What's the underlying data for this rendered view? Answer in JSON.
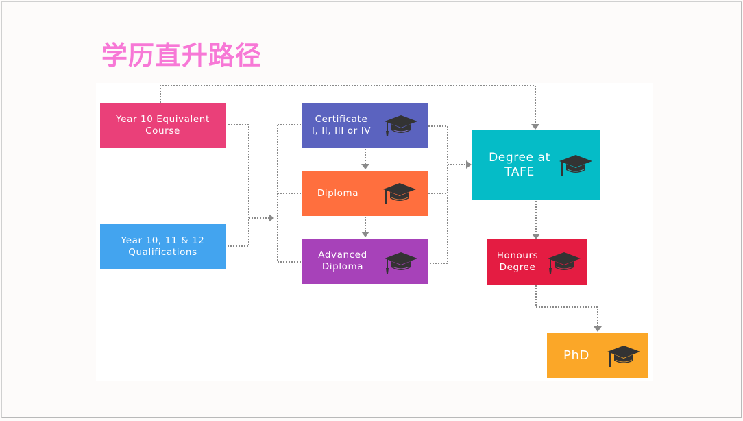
{
  "title": "学历直升路径",
  "colors": {
    "title": "#f778d6",
    "connector": "#8a8a8a",
    "cap_icon": "#333333"
  },
  "nodes": {
    "year10_equivalent": {
      "label": "Year 10 Equivalent\nCourse",
      "color": "#ea4079",
      "icon": "none"
    },
    "year10_11_12": {
      "label": "Year 10, 11 & 12\nQualifications",
      "color": "#43a4ef",
      "icon": "none"
    },
    "certificate": {
      "label": "Certificate\nI, II, III or IV",
      "color": "#5b63bf",
      "icon": "graduation-cap-icon"
    },
    "diploma": {
      "label": "Diploma",
      "color": "#ff6f3e",
      "icon": "graduation-cap-icon"
    },
    "advanced_diploma": {
      "label": "Advanced\nDiploma",
      "color": "#a742b9",
      "icon": "graduation-cap-icon"
    },
    "degree_tafe": {
      "label": "Degree at\nTAFE",
      "color": "#05bcc7",
      "icon": "graduation-cap-icon"
    },
    "honours": {
      "label": "Honours\nDegree",
      "color": "#e41c42",
      "icon": "graduation-cap-icon"
    },
    "phd": {
      "label": "PhD",
      "color": "#fba728",
      "icon": "graduation-cap-icon"
    }
  },
  "edges": [
    {
      "from": "Year 10 Equivalent Course",
      "to": "Degree at TAFE",
      "style": "dotted-arrow"
    },
    {
      "from": "Year 10 Equivalent Course",
      "to": "Certificate / Diploma / Advanced Diploma",
      "style": "dotted-arrow"
    },
    {
      "from": "Year 10, 11 & 12 Qualifications",
      "to": "Certificate / Diploma / Advanced Diploma",
      "style": "dotted-arrow"
    },
    {
      "from": "Certificate I, II, III or IV",
      "to": "Diploma",
      "style": "dotted-arrow"
    },
    {
      "from": "Diploma",
      "to": "Advanced Diploma",
      "style": "dotted-arrow"
    },
    {
      "from": "Certificate / Diploma / Advanced Diploma",
      "to": "Degree at TAFE",
      "style": "dotted-arrow"
    },
    {
      "from": "Degree at TAFE",
      "to": "Honours Degree",
      "style": "dotted-arrow"
    },
    {
      "from": "Honours Degree",
      "to": "PhD",
      "style": "dotted-arrow"
    }
  ]
}
